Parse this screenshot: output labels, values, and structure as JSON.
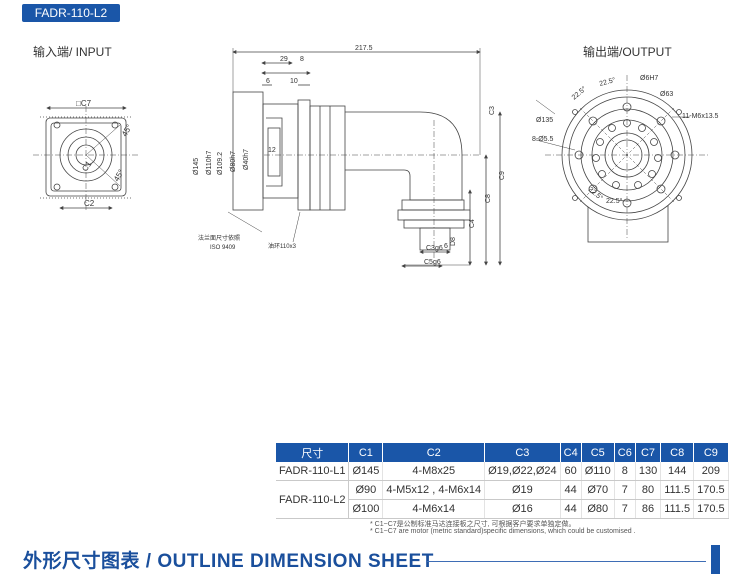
{
  "model_tag": "FADR-110-L2",
  "input_caption": "输入端/ INPUT",
  "output_caption": "输出端/OUTPUT",
  "input_view": {
    "square_label": "□C7",
    "c1": "C1",
    "c2": "C2",
    "angle_a": "45°",
    "angle_b": "45°"
  },
  "side_view": {
    "overall_length": "217.5",
    "dim_29": "29",
    "dim_8": "8",
    "dim_6": "6",
    "dim_10": "10",
    "dim_12": "12",
    "dia_145": "Ø145",
    "dia_110": "Ø110h7",
    "dia_109": "Ø109.2",
    "dia_80": "Ø80h7",
    "dia_40": "Ø40h7",
    "flange_note_cn": "法兰面尺寸依照",
    "flange_note_iso": "ISO 9409",
    "oil_ring": "油环110x3",
    "c3": "C3",
    "c4": "C4",
    "c8": "C8",
    "c9": "C9",
    "c3_tol": "C3g6",
    "c5_tol": "C5g6",
    "dim_6b": "6",
    "d8": "D8"
  },
  "output_view": {
    "angle_22_5a": "22.5°",
    "angle_22_5b": "22.5°",
    "angle_22_5c": "22.5°",
    "angle_22_5d": "22.5°",
    "pin_hole": "Ø6H7",
    "dia_63": "Ø63",
    "tapped_holes": "11-M6x13.5",
    "dia_135": "Ø135",
    "bolt_holes": "8-Ø5.5"
  },
  "table": {
    "headers": [
      "尺寸",
      "C1",
      "C2",
      "C3",
      "C4",
      "C5",
      "C6",
      "C7",
      "C8",
      "C9"
    ],
    "row1": {
      "model": "FADR-110-L1",
      "cells": [
        "Ø145",
        "4-M8x25",
        "Ø19,Ø22,Ø24",
        "60",
        "Ø110",
        "8",
        "130",
        "144",
        "209"
      ]
    },
    "row2": {
      "model": "FADR-110-L2",
      "cells": [
        "Ø90",
        "4-M5x12 , 4-M6x14",
        "Ø19",
        "44",
        "Ø70",
        "7",
        "80",
        "111.5",
        "170.5"
      ]
    },
    "row3": {
      "cells": [
        "Ø100",
        "4-M6x14",
        "Ø16",
        "44",
        "Ø80",
        "7",
        "86",
        "111.5",
        "170.5"
      ]
    }
  },
  "notes": {
    "cn": "* C1~C7是公制标准马达连接板之尺寸, 可根据客户要求单独定做。",
    "en": "* C1~C7 are motor (metric standard)specific dimensions, which could be customised ."
  },
  "sheet_title": "外形尺寸图表 / OUTLINE DIMENSION SHEET",
  "colors": {
    "accent": "#1a56a8",
    "title": "#1a4f9c"
  }
}
